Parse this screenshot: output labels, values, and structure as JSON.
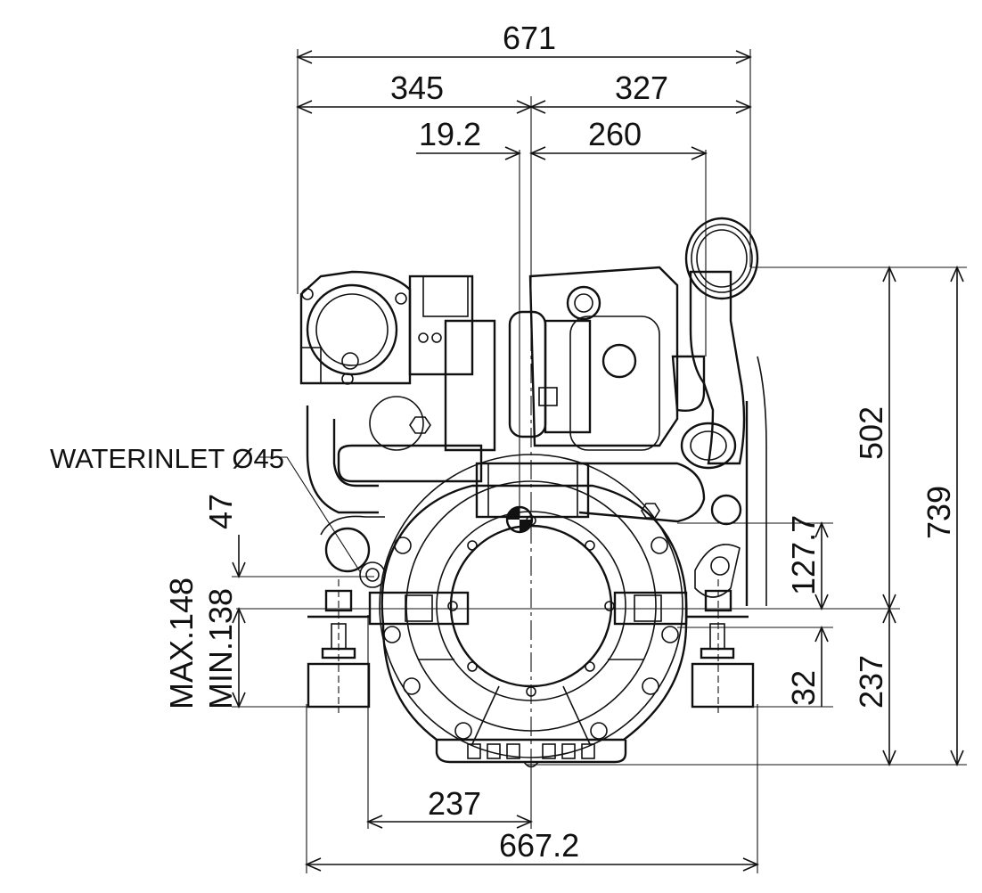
{
  "dimensions": {
    "overall_width": "671",
    "left_half": "345",
    "right_half": "327",
    "offset_left": "19.2",
    "offset_right": "260",
    "height_upper": "502",
    "height_total": "739",
    "height_mount_upper": "127.7",
    "height_mount_lower": "32",
    "height_lower": "237",
    "mount_offset": "47",
    "mount_max": "MAX.148",
    "mount_min": "MIN.138",
    "foot_half": "237",
    "foot_span": "667.2"
  },
  "labels": {
    "water_inlet": "WATERINLET Ø45"
  }
}
